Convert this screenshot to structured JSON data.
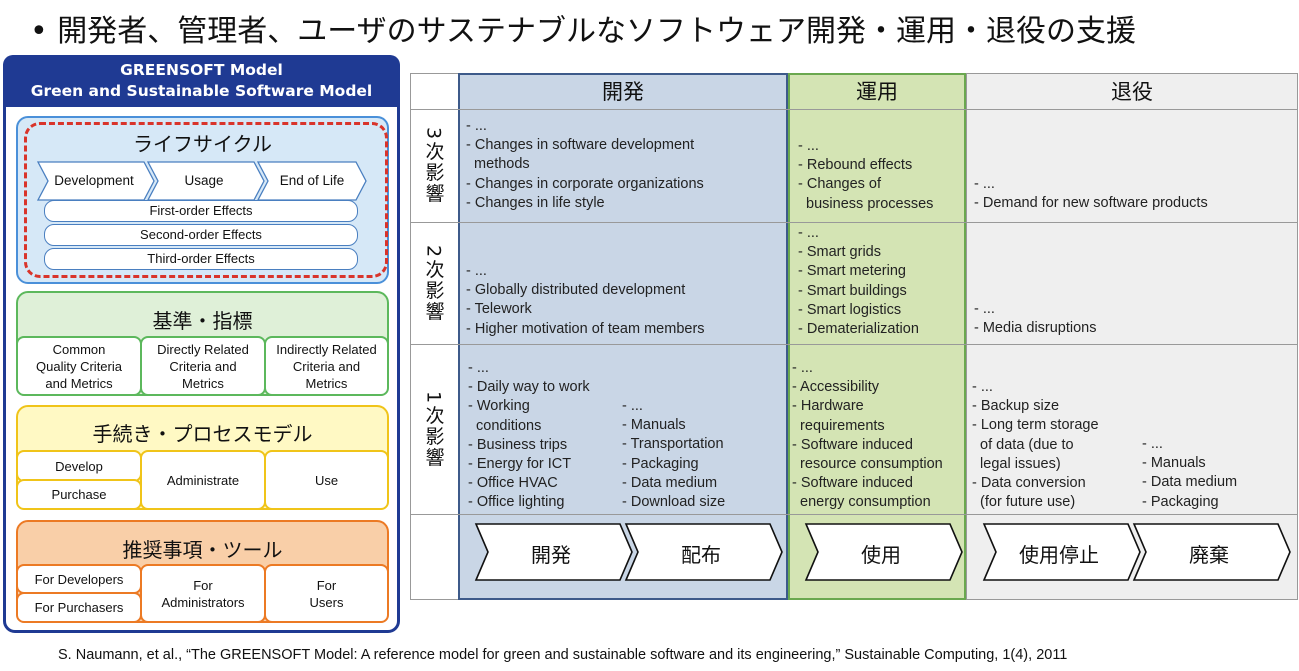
{
  "title": "•  開発者、管理者、ユーザのサステナブルなソフトウェア開発・運用・退役の支援",
  "model": {
    "header_line1": "GREENSOFT Model",
    "header_line2": "Green and Sustainable Software Model",
    "lifecycle": {
      "title": "ライフサイクル",
      "stages": [
        "Development",
        "Usage",
        "End of Life"
      ],
      "effects": [
        "First-order Effects",
        "Second-order Effects",
        "Third-order Effects"
      ]
    },
    "criteria": {
      "title": "基準・指標",
      "items": [
        "Common\nQuality Criteria\nand Metrics",
        "Directly Related\nCriteria and\nMetrics",
        "Indirectly Related\nCriteria and\nMetrics"
      ]
    },
    "procedure": {
      "title": "手続き・プロセスモデル",
      "develop": "Develop",
      "purchase": "Purchase",
      "administrate": "Administrate",
      "use": "Use"
    },
    "recommend": {
      "title": "推奨事項・ツール",
      "developers": "For Developers",
      "purchasers": "For Purchasers",
      "administrators": "For\nAdministrators",
      "users": "For\nUsers"
    }
  },
  "table": {
    "columns": [
      "開発",
      "運用",
      "退役"
    ],
    "rows": [
      "3次影響",
      "2次影響",
      "1次影響"
    ],
    "cells": {
      "r3_dev": "- ...\n- Changes in software development\n  methods\n- Changes in corporate organizations\n- Changes in life style",
      "r3_ops": "- ...\n- Rebound effects\n- Changes of\n  business processes",
      "r3_ret": "- ...\n- Demand for new software products",
      "r2_dev": "- ...\n- Globally distributed development\n- Telework\n- Higher motivation of team members",
      "r2_ops": "- ...\n- Smart grids\n- Smart metering\n- Smart buildings\n- Smart logistics\n- Dematerialization",
      "r2_ret": "- ...\n- Media disruptions",
      "r1_dev_a": "- ...\n- Daily way to work\n- Working\n  conditions\n- Business trips\n- Energy for ICT\n- Office HVAC\n- Office lighting",
      "r1_dev_b": "- ...\n- Manuals\n- Transportation\n- Packaging\n- Data medium\n- Download size",
      "r1_ops": "- ...\n- Accessibility\n- Hardware\n  requirements\n- Software induced\n  resource consumption\n- Software induced\n  energy consumption",
      "r1_ret_a": "- ...\n- Backup size\n- Long term storage\n  of data (due to\n  legal issues)\n- Data conversion\n  (for future use)",
      "r1_ret_b": "- ...\n- Manuals\n- Data medium\n- Packaging"
    },
    "phases": [
      "開発",
      "配布",
      "使用",
      "使用停止",
      "廃棄"
    ]
  },
  "citation": "S. Naumann, et al., “The GREENSOFT Model: A reference model for green and sustainable software and its engineering,” Sustainable Computing, 1(4), 2011",
  "colors": {
    "navy": "#1f3a93",
    "lifecycle_fill": "#d6e8f7",
    "criteria_fill": "#dff0d8",
    "procedure_fill": "#fff9c4",
    "recommend_fill": "#f9cfa8",
    "dev_col": "#c9d6e6",
    "ops_col": "#d4e4b4",
    "ret_col": "#efefef",
    "dashed_red": "#d9342b"
  }
}
